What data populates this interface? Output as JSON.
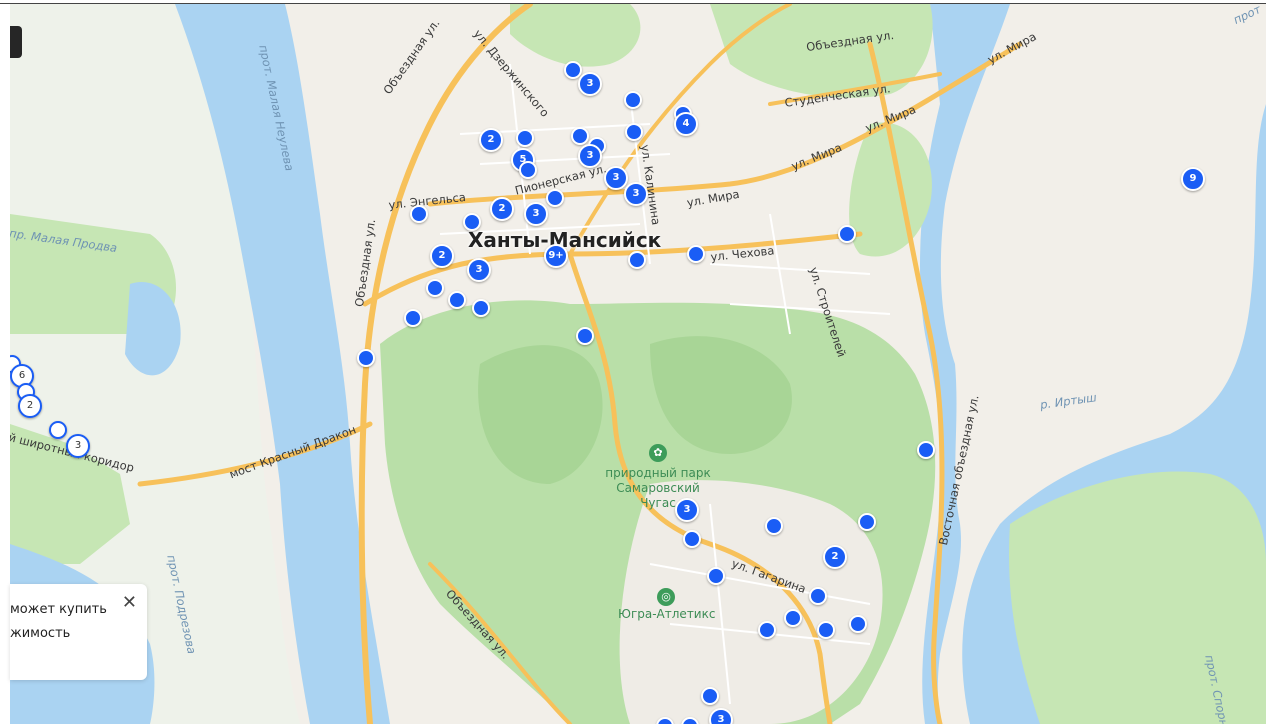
{
  "labels": {
    "city": "Ханты-Мансийск",
    "obezdnaya_top": "Объездная ул.",
    "obezdnaya_left": "Объездная ул.",
    "obezdnaya_west": "Объездная ул.",
    "obezdnaya_south": "Объездная ул.",
    "mira_top": "ул. Мира",
    "mira_mid": "ул. Мира",
    "mira_mid2": "ул. Мира",
    "mira_right": "ул. Мира",
    "studencheskaya": "Студенческая ул.",
    "dzerzhinskogo": "ул. Дзержинского",
    "kalinina": "ул. Калинина",
    "pionerskaya": "Пионерская ул.",
    "engelsa": "ул. Энгельса",
    "chekhova": "ул. Чехова",
    "stroiteley": "ул. Строителей",
    "vostochnaya": "Восточная объездная ул.",
    "gagarina": "ул. Гагарина",
    "most": "мост Красный Дракон",
    "koridor": "й широтный коридор",
    "malaya_neulеva": "прот. Малая Неулева",
    "malaya_prodva": "пр. Малая Продва",
    "podrezova": "прот. Подрезова",
    "irtysh": "р. Иртыш",
    "spornaya": "прот. Спорная",
    "park": "природный парк Самаровский Чугас",
    "ugra": "Югра-Атлетикс",
    "corner": "прот"
  },
  "markers": [
    {
      "label": ""
    },
    {
      "label": "3"
    },
    {
      "label": ""
    },
    {
      "label": ""
    },
    {
      "label": "4"
    },
    {
      "label": "2"
    },
    {
      "label": ""
    },
    {
      "label": ""
    },
    {
      "label": ""
    },
    {
      "label": ""
    },
    {
      "label": "5"
    },
    {
      "label": ""
    },
    {
      "label": "3"
    },
    {
      "label": "3"
    },
    {
      "label": "3"
    },
    {
      "label": "2"
    },
    {
      "label": "3"
    },
    {
      "label": ""
    },
    {
      "label": ""
    },
    {
      "label": ""
    },
    {
      "label": "2"
    },
    {
      "label": "3"
    },
    {
      "label": "9+"
    },
    {
      "label": ""
    },
    {
      "label": ""
    },
    {
      "label": ""
    },
    {
      "label": ""
    },
    {
      "label": ""
    },
    {
      "label": ""
    },
    {
      "label": ""
    },
    {
      "label": ""
    },
    {
      "label": ""
    },
    {
      "label": "9"
    },
    {
      "label": "3"
    },
    {
      "label": ""
    },
    {
      "label": ""
    },
    {
      "label": ""
    },
    {
      "label": "2"
    },
    {
      "label": ""
    },
    {
      "label": ""
    },
    {
      "label": ""
    },
    {
      "label": ""
    },
    {
      "label": ""
    },
    {
      "label": ""
    },
    {
      "label": ""
    },
    {
      "label": ""
    },
    {
      "label": "3"
    },
    {
      "label": ""
    },
    {
      "label": ""
    }
  ],
  "hollow_markers": [
    {
      "label": ""
    },
    {
      "label": "6"
    },
    {
      "label": ""
    },
    {
      "label": "2"
    },
    {
      "label": ""
    },
    {
      "label": "3"
    }
  ],
  "promo": {
    "text_line1": "может купить",
    "text_line2": "жимость",
    "close_label": "✕"
  },
  "colors": {
    "marker": "#1a5df5",
    "water": "#aad3f2",
    "forest": "#b9dfa8",
    "land": "#f2efe9",
    "road": "#f7c15a"
  }
}
